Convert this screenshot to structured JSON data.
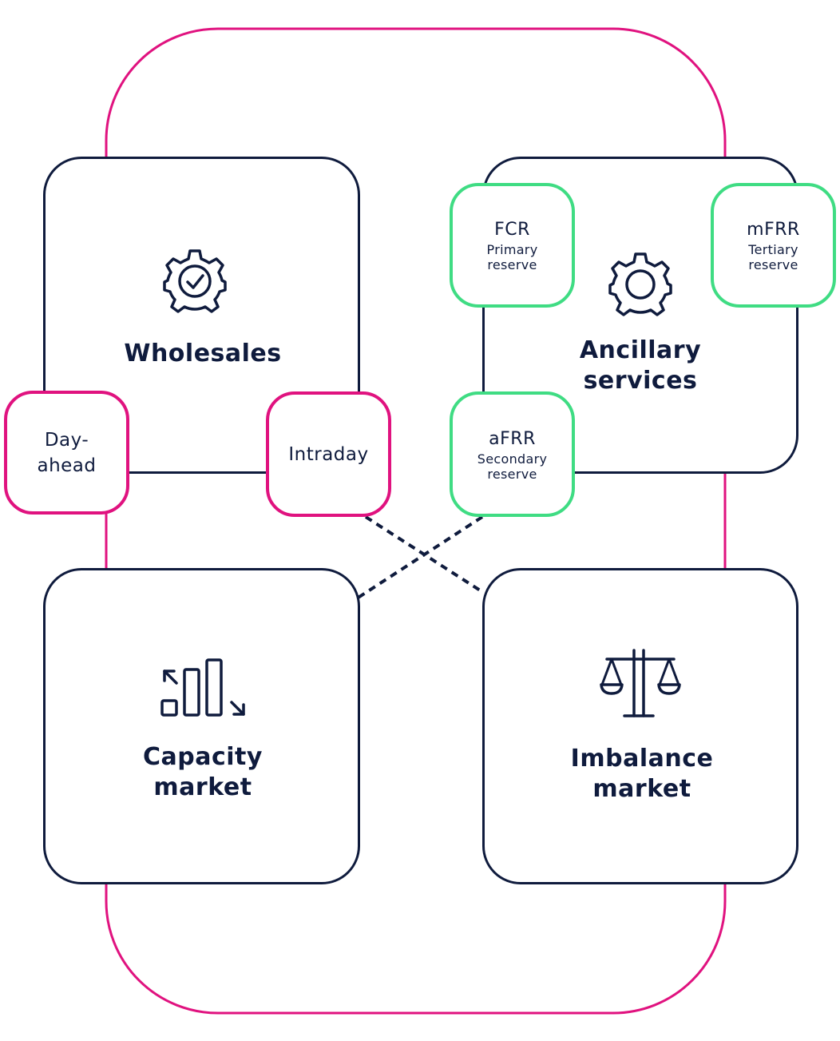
{
  "colors": {
    "navy": "#0f1b3d",
    "pink": "#e0127f",
    "green": "#3fdc83"
  },
  "wholesales": {
    "title": "Wholesales",
    "icon": "gear-check-icon"
  },
  "ancillary": {
    "title_line1": "Ancillary",
    "title_line2": "services",
    "icon": "gear-icon"
  },
  "capacity": {
    "title_line1": "Capacity",
    "title_line2": "market",
    "icon": "bar-chart-arrows-icon"
  },
  "imbalance": {
    "title_line1": "Imbalance",
    "title_line2": "market",
    "icon": "balance-scale-icon"
  },
  "products": {
    "day_ahead": {
      "line1": "Day-",
      "line2": "ahead"
    },
    "intraday": {
      "label": "Intraday"
    },
    "fcr": {
      "title": "FCR",
      "sub1": "Primary",
      "sub2": "reserve"
    },
    "mfrr": {
      "title": "mFRR",
      "sub1": "Tertiary",
      "sub2": "reserve"
    },
    "afrr": {
      "title": "aFRR",
      "sub1": "Secondary",
      "sub2": "reserve"
    }
  }
}
